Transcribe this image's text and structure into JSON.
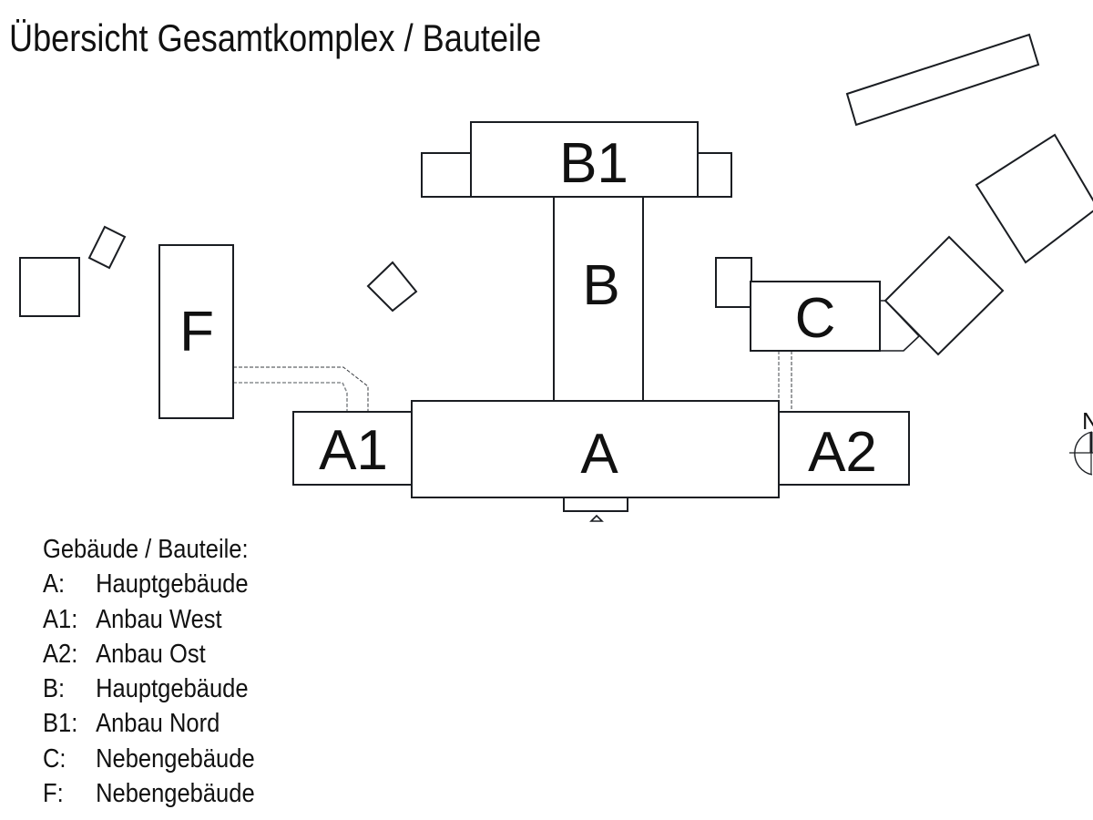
{
  "title": "Übersicht Gesamtkomplex / Bauteile",
  "buildings": {
    "A": "A",
    "A1": "A1",
    "A2": "A2",
    "B": "B",
    "B1": "B1",
    "C": "C",
    "F": "F"
  },
  "north_arrow": {
    "label": "N",
    "icon": "north-arrow-icon"
  },
  "entrance": {
    "icon": "entrance-triangle-icon"
  },
  "legend": {
    "heading": "Gebäude / Bauteile:",
    "items": [
      {
        "code": "A:",
        "name": "Hauptgebäude"
      },
      {
        "code": "A1:",
        "name": "Anbau West"
      },
      {
        "code": "A2:",
        "name": "Anbau Ost"
      },
      {
        "code": "B:",
        "name": "Hauptgebäude"
      },
      {
        "code": "B1:",
        "name": "Anbau Nord"
      },
      {
        "code": "C:",
        "name": "Nebengebäude"
      },
      {
        "code": "F:",
        "name": "Nebengebäude"
      }
    ]
  },
  "colors": {
    "outline": "#1a1d22",
    "dashed_connector": "#8a8d91",
    "background": "#ffffff"
  }
}
